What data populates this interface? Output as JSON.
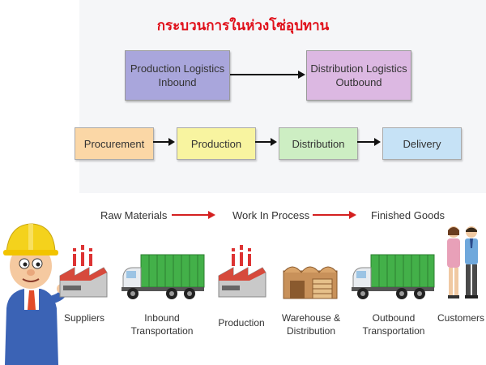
{
  "title": "กระบวนการในห่วงโซ่อุปทาน",
  "logistics": {
    "inbound": {
      "line1": "Production Logistics",
      "line2": "Inbound",
      "color": "#a9a6dc"
    },
    "outbound": {
      "line1": "Distribution Logistics",
      "line2": "Outbound",
      "color": "#dcb8e2"
    }
  },
  "stages": [
    {
      "label": "Procurement",
      "color": "#fbd7a6"
    },
    {
      "label": "Production",
      "color": "#f8f4a0"
    },
    {
      "label": "Distribution",
      "color": "#cdeec3"
    },
    {
      "label": "Delivery",
      "color": "#c6e2f6"
    }
  ],
  "materials": [
    "Raw Materials",
    "Work In Process",
    "Finished Goods"
  ],
  "entities": [
    {
      "line1": "Suppliers",
      "line2": "",
      "icon": "factory-icon"
    },
    {
      "line1": "Inbound",
      "line2": "Transportation",
      "icon": "truck-icon"
    },
    {
      "line1": "Production",
      "line2": "",
      "icon": "factory-icon"
    },
    {
      "line1": "Warehouse &",
      "line2": "Distribution",
      "icon": "warehouse-icon"
    },
    {
      "line1": "Outbound",
      "line2": "Transportation",
      "icon": "truck-icon"
    },
    {
      "line1": "Customers",
      "line2": "",
      "icon": "people-icon"
    }
  ],
  "colors": {
    "title": "#e0101a",
    "arrow_black": "#111111",
    "arrow_red": "#d42020"
  }
}
